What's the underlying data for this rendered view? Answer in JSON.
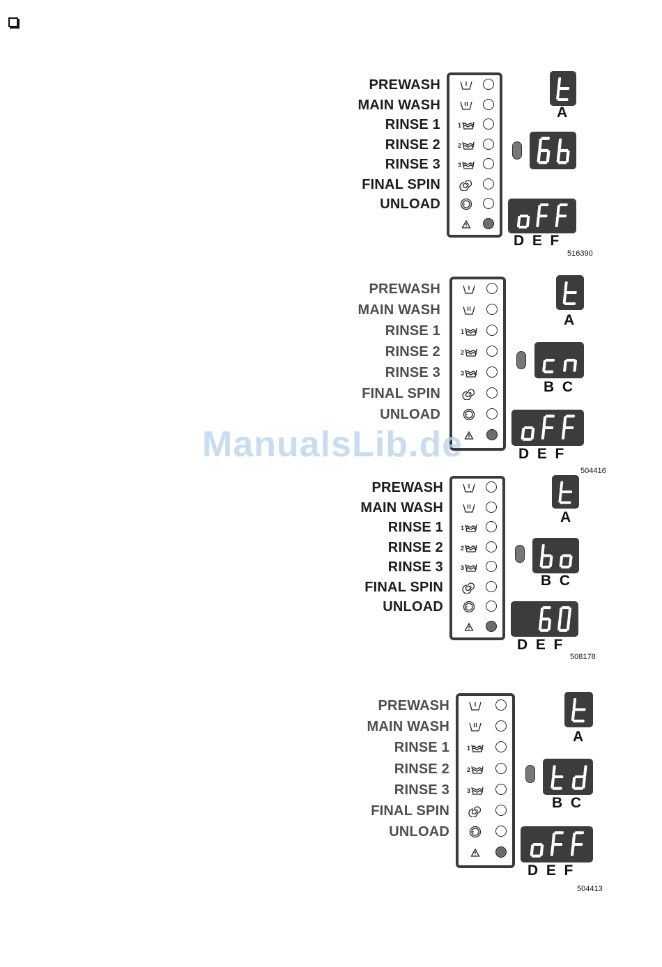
{
  "page": {
    "checkbox_icon": "checkbox-square-icon"
  },
  "watermark": "ManualsLib.de",
  "figures": [
    {
      "labels": [
        "PREWASH",
        "MAIN WASH",
        "RINSE 1",
        "RINSE 2",
        "RINSE 3",
        "FINAL SPIN",
        "UNLOAD"
      ],
      "symbols": [
        "prewash-icon",
        "main-wash-icon",
        "rinse-1-icon",
        "rinse-2-icon",
        "rinse-3-icon",
        "final-spin-icon",
        "unload-icon",
        "warning-icon"
      ],
      "leds_on": [
        false,
        false,
        false,
        false,
        false,
        false,
        false,
        true
      ],
      "display_a": "t",
      "display_a_letter": "A",
      "display_bc": "6b",
      "display_bc_letters": "",
      "display_def": "oFF",
      "display_def_letters": "D  E  F",
      "ref": "516390"
    },
    {
      "labels": [
        "PREWASH",
        "MAIN WASH",
        "RINSE 1",
        "RINSE 2",
        "RINSE 3",
        "FINAL SPIN",
        "UNLOAD"
      ],
      "symbols": [
        "prewash-icon",
        "main-wash-icon",
        "rinse-1-icon",
        "rinse-2-icon",
        "rinse-3-icon",
        "final-spin-icon",
        "unload-icon",
        "warning-icon"
      ],
      "leds_on": [
        false,
        false,
        false,
        false,
        false,
        false,
        false,
        true
      ],
      "display_a": "t",
      "display_a_letter": "A",
      "display_bc": "cn",
      "display_bc_letters": "B  C",
      "display_def": "oFF",
      "display_def_letters": "D  E  F",
      "ref": "504416"
    },
    {
      "labels": [
        "PREWASH",
        "MAIN WASH",
        "RINSE 1",
        "RINSE 2",
        "RINSE 3",
        "FINAL SPIN",
        "UNLOAD"
      ],
      "symbols": [
        "prewash-icon",
        "main-wash-icon",
        "rinse-1-icon",
        "rinse-2-icon",
        "rinse-3-icon",
        "final-spin-icon",
        "unload-icon",
        "warning-icon"
      ],
      "leds_on": [
        false,
        false,
        false,
        false,
        false,
        false,
        false,
        true
      ],
      "display_a": "t",
      "display_a_letter": "A",
      "display_bc": "bo",
      "display_bc_letters": "B  C",
      "display_def": "60",
      "display_def_letters": "D  E  F",
      "ref": "508178"
    },
    {
      "labels": [
        "PREWASH",
        "MAIN WASH",
        "RINSE 1",
        "RINSE 2",
        "RINSE 3",
        "FINAL SPIN",
        "UNLOAD"
      ],
      "symbols": [
        "prewash-icon",
        "main-wash-icon",
        "rinse-1-icon",
        "rinse-2-icon",
        "rinse-3-icon",
        "final-spin-icon",
        "unload-icon",
        "warning-icon"
      ],
      "leds_on": [
        false,
        false,
        false,
        false,
        false,
        false,
        false,
        true
      ],
      "display_a": "t",
      "display_a_letter": "A",
      "display_bc": "td",
      "display_bc_letters": "B  C",
      "display_def": "oFF",
      "display_def_letters": "D  E  F",
      "ref": "504413"
    }
  ]
}
